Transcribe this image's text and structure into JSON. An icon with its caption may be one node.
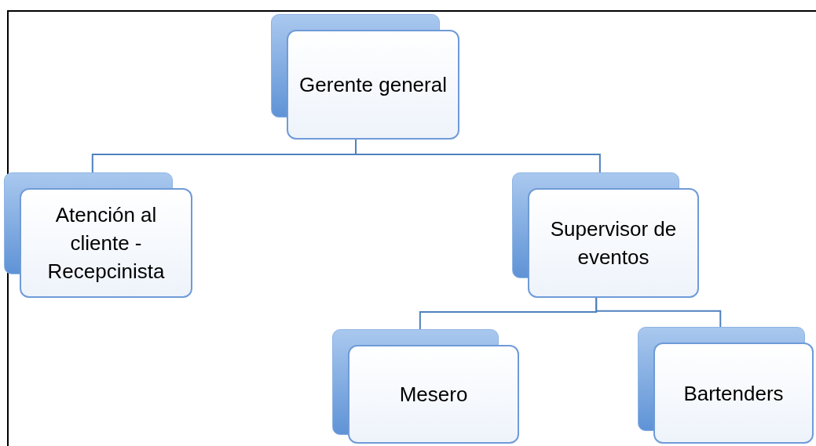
{
  "diagram": {
    "nodes": [
      {
        "text": [
          "Gerente general"
        ]
      },
      {
        "text": [
          "Atención al cliente - Recepcinista"
        ]
      },
      {
        "text": [
          "Supervisor de eventos"
        ]
      },
      {
        "text": [
          "Mesero"
        ]
      },
      {
        "text": [
          "Bartenders"
        ]
      }
    ],
    "edges": [
      {
        "from": 0,
        "to": 1,
        "arrow": "none"
      },
      {
        "from": 0,
        "to": 2,
        "arrow": "none"
      },
      {
        "from": 2,
        "to": 3,
        "arrow": "none"
      },
      {
        "from": 2,
        "to": 4,
        "arrow": "none"
      }
    ]
  }
}
